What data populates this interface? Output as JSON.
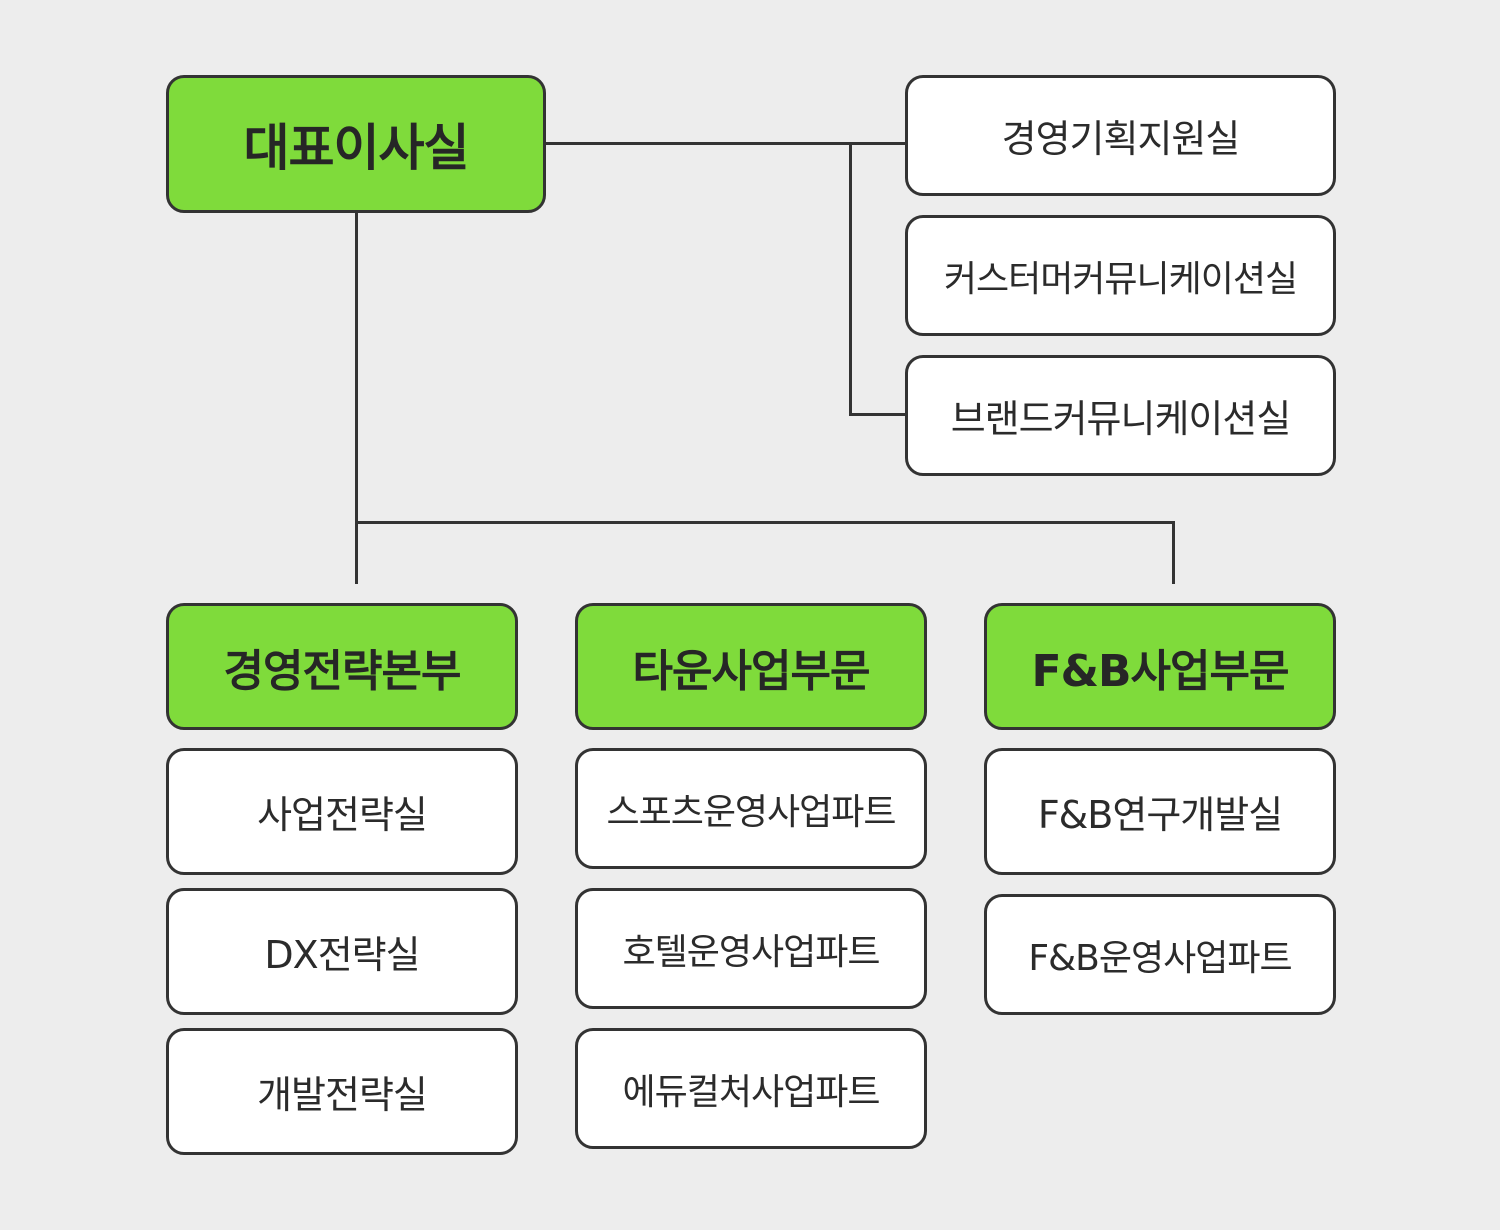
{
  "ceo": {
    "label": "대표이사실"
  },
  "staff_units": [
    {
      "label": "경영기획지원실"
    },
    {
      "label": "커스터머커뮤니케이션실"
    },
    {
      "label": "브랜드커뮤니케이션실"
    }
  ],
  "divisions": [
    {
      "label": "경영전략본부",
      "units": [
        {
          "label": "사업전략실"
        },
        {
          "label": "DX전략실"
        },
        {
          "label": "개발전략실"
        }
      ]
    },
    {
      "label": "타운사업부문",
      "units": [
        {
          "label": "스포츠운영사업파트"
        },
        {
          "label": "호텔운영사업파트"
        },
        {
          "label": "에듀컬처사업파트"
        }
      ]
    },
    {
      "label": "F&B사업부문",
      "units": [
        {
          "label": "F&B연구개발실"
        },
        {
          "label": "F&B운영사업파트"
        }
      ]
    }
  ],
  "colors": {
    "header_fill": "#7fdb3b",
    "box_fill": "#ffffff",
    "border": "#333333",
    "background": "#ededed"
  }
}
